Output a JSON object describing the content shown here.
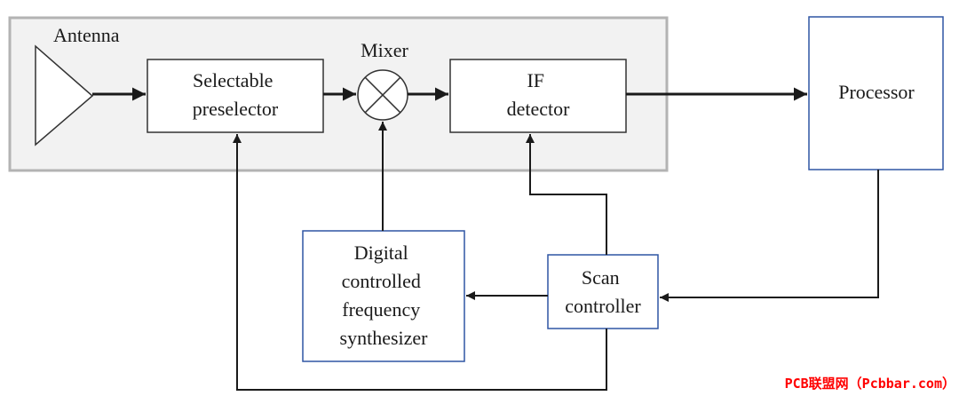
{
  "diagram": {
    "antenna_label": "Antenna",
    "mixer_label": "Mixer",
    "blocks": {
      "preselector": [
        "Selectable",
        "preselector"
      ],
      "if_detector": [
        "IF",
        "detector"
      ],
      "processor": [
        "Processor"
      ],
      "synthesizer": [
        "Digital",
        "controlled",
        "frequency",
        "synthesizer"
      ],
      "scan_controller": [
        "Scan",
        "controller"
      ]
    },
    "colors": {
      "panel_fill": "#f2f2f2",
      "panel_border": "#b3b3b3",
      "block_border_black": "#333333",
      "block_border_blue": "#2f55a4",
      "line": "#1a1a1a"
    }
  },
  "watermark": "PCB联盟网（Pcbbar.com）"
}
